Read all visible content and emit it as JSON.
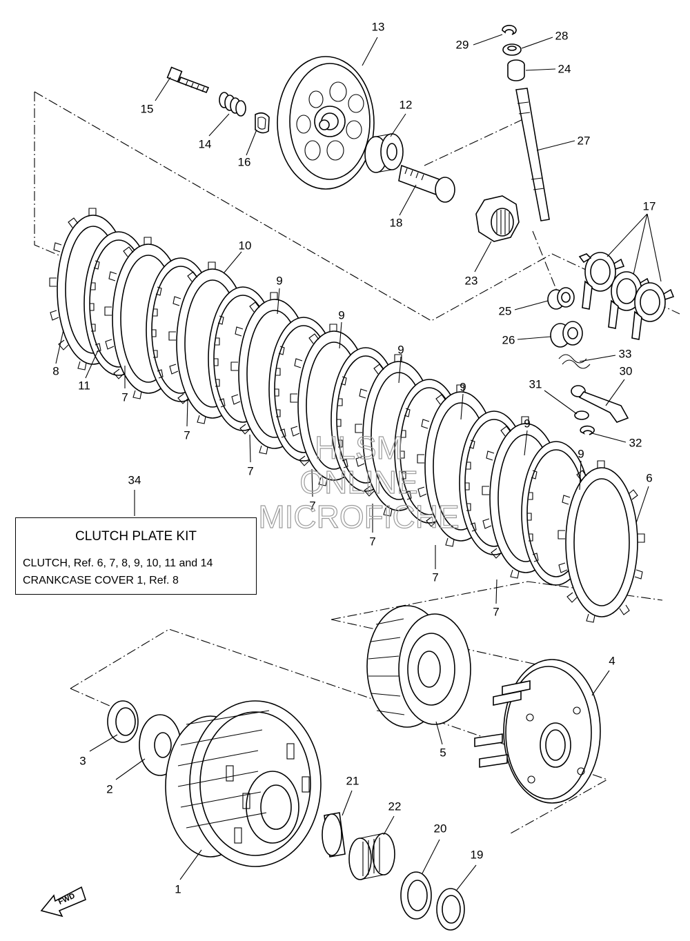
{
  "watermark": [
    "HLSM",
    "ONLINE",
    "MICROFICHE"
  ],
  "kit": {
    "ref_number": "34",
    "title": "CLUTCH PLATE KIT",
    "lines": [
      "CLUTCH, Ref.  6, 7, 8, 9, 10, 11 and 14",
      "CRANKCASE COVER 1, Ref.  8"
    ]
  },
  "fwd_label": "FWD",
  "callouts": [
    {
      "id": "13",
      "text": "13"
    },
    {
      "id": "15",
      "text": "15"
    },
    {
      "id": "14",
      "text": "14"
    },
    {
      "id": "16",
      "text": "16"
    },
    {
      "id": "12",
      "text": "12"
    },
    {
      "id": "18",
      "text": "18"
    },
    {
      "id": "29",
      "text": "29"
    },
    {
      "id": "28",
      "text": "28"
    },
    {
      "id": "24",
      "text": "24"
    },
    {
      "id": "27",
      "text": "27"
    },
    {
      "id": "17",
      "text": "17"
    },
    {
      "id": "23",
      "text": "23"
    },
    {
      "id": "25",
      "text": "25"
    },
    {
      "id": "26",
      "text": "26"
    },
    {
      "id": "33",
      "text": "33"
    },
    {
      "id": "30",
      "text": "30"
    },
    {
      "id": "31",
      "text": "31"
    },
    {
      "id": "32",
      "text": "32"
    },
    {
      "id": "10",
      "text": "10"
    },
    {
      "id": "9a",
      "text": "9"
    },
    {
      "id": "9b",
      "text": "9"
    },
    {
      "id": "9c",
      "text": "9"
    },
    {
      "id": "9d",
      "text": "9"
    },
    {
      "id": "9e",
      "text": "9"
    },
    {
      "id": "9f",
      "text": "9"
    },
    {
      "id": "8",
      "text": "8"
    },
    {
      "id": "11",
      "text": "11"
    },
    {
      "id": "7a",
      "text": "7"
    },
    {
      "id": "7b",
      "text": "7"
    },
    {
      "id": "7c",
      "text": "7"
    },
    {
      "id": "7d",
      "text": "7"
    },
    {
      "id": "7e",
      "text": "7"
    },
    {
      "id": "7f",
      "text": "7"
    },
    {
      "id": "7g",
      "text": "7"
    },
    {
      "id": "6",
      "text": "6"
    },
    {
      "id": "5",
      "text": "5"
    },
    {
      "id": "4",
      "text": "4"
    },
    {
      "id": "3",
      "text": "3"
    },
    {
      "id": "2",
      "text": "2"
    },
    {
      "id": "1",
      "text": "1"
    },
    {
      "id": "21",
      "text": "21"
    },
    {
      "id": "22",
      "text": "22"
    },
    {
      "id": "20",
      "text": "20"
    },
    {
      "id": "19",
      "text": "19"
    }
  ]
}
